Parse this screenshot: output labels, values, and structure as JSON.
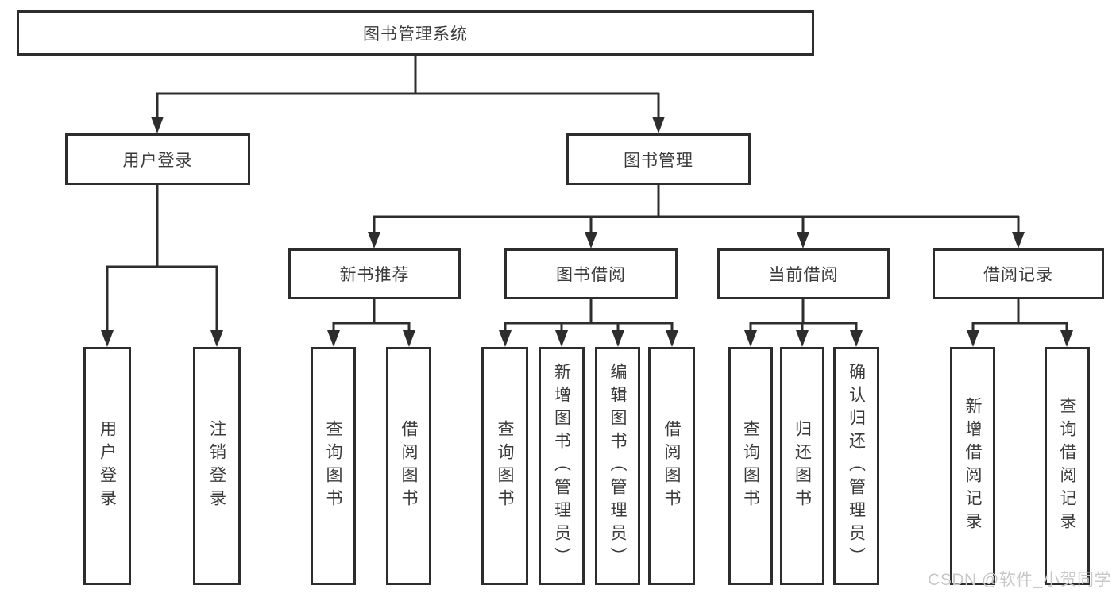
{
  "colors": {
    "line": "#2d2d2d",
    "text": "#3a3a3a",
    "watermark": "#c8c8c8"
  },
  "watermark": "CSDN @软件_小贺同学",
  "tree": {
    "label": "图书管理系统",
    "children": [
      {
        "label": "用户登录",
        "children": [
          {
            "label": "用户登录"
          },
          {
            "label": "注销登录"
          }
        ]
      },
      {
        "label": "图书管理",
        "children": [
          {
            "label": "新书推荐",
            "children": [
              {
                "label": "查询图书"
              },
              {
                "label": "借阅图书"
              }
            ]
          },
          {
            "label": "图书借阅",
            "children": [
              {
                "label": "查询图书"
              },
              {
                "label": "新增图书（管理员）"
              },
              {
                "label": "编辑图书（管理员）"
              },
              {
                "label": "借阅图书"
              }
            ]
          },
          {
            "label": "当前借阅",
            "children": [
              {
                "label": "查询图书"
              },
              {
                "label": "归还图书"
              },
              {
                "label": "确认归还（管理员）"
              }
            ]
          },
          {
            "label": "借阅记录",
            "children": [
              {
                "label": "新增借阅记录"
              },
              {
                "label": "查询借阅记录"
              }
            ]
          }
        ]
      }
    ]
  }
}
